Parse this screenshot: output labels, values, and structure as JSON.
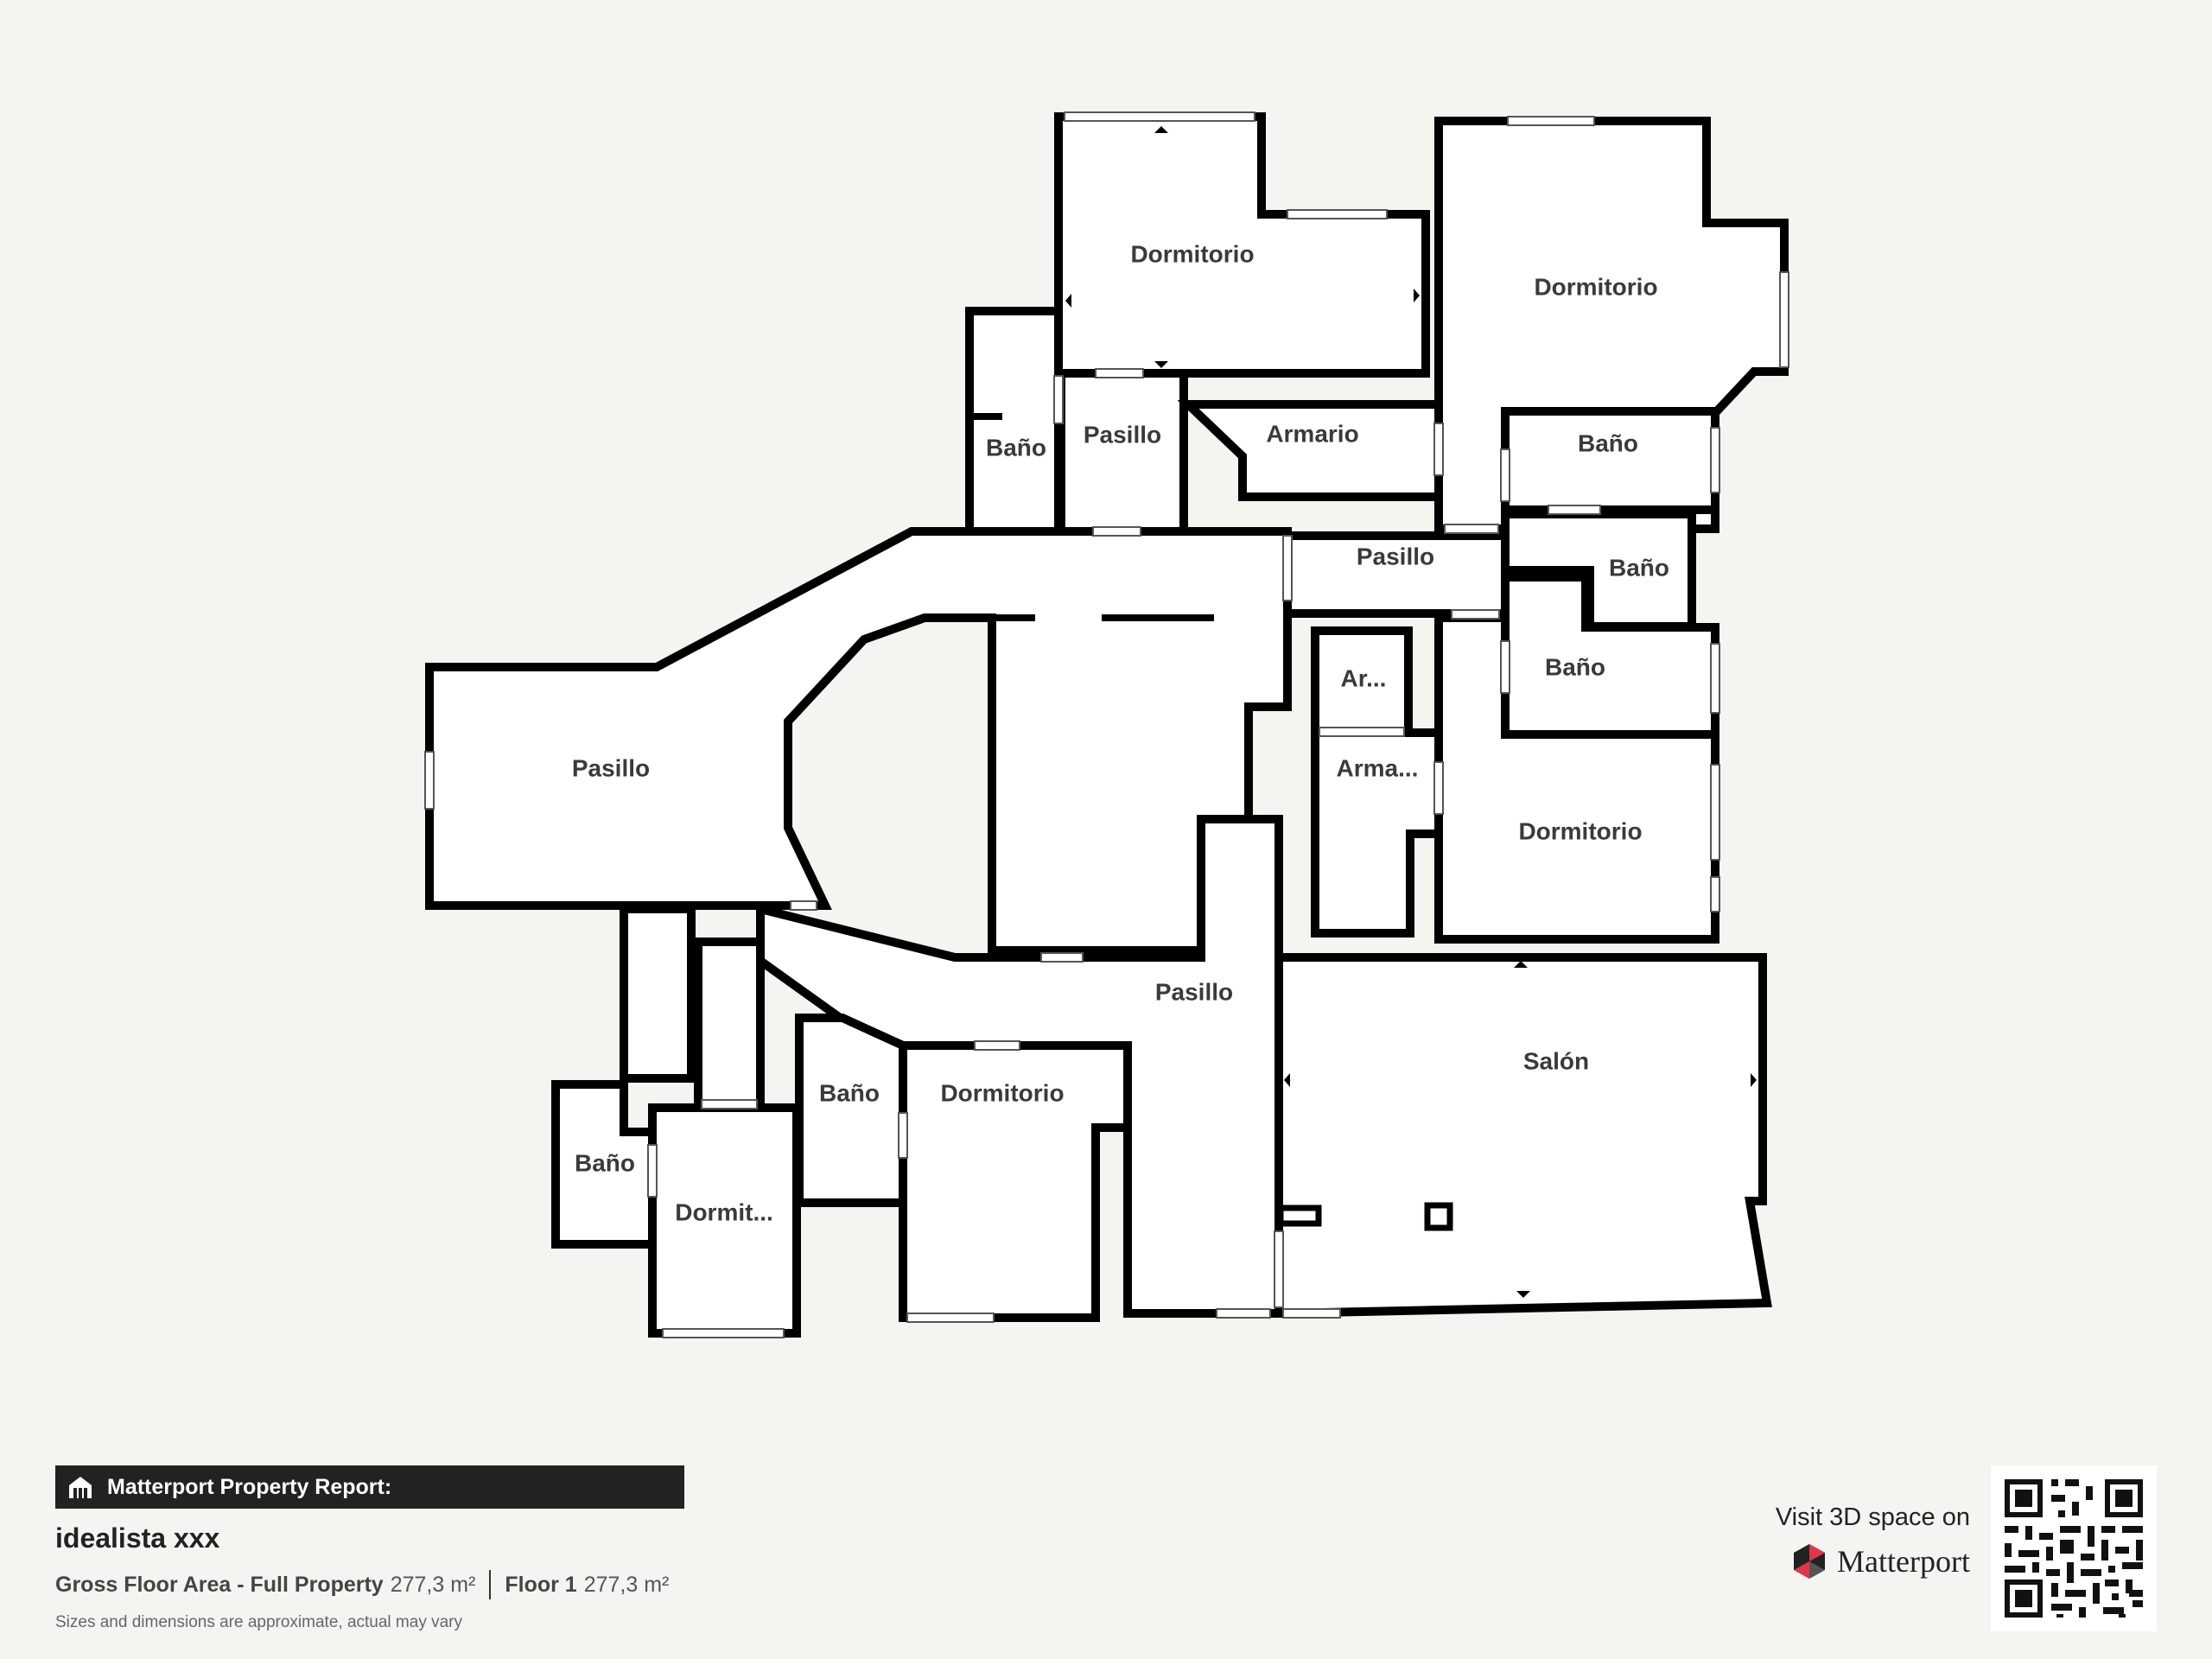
{
  "rooms": [
    {
      "name": "Dormitorio"
    },
    {
      "name": "Dormitorio"
    },
    {
      "name": "Baño"
    },
    {
      "name": "Pasillo"
    },
    {
      "name": "Armario"
    },
    {
      "name": "Baño"
    },
    {
      "name": "Pasillo"
    },
    {
      "name": "Baño"
    },
    {
      "name": "Ar..."
    },
    {
      "name": "Baño"
    },
    {
      "name": "Arma..."
    },
    {
      "name": "Pasillo"
    },
    {
      "name": "Dormitorio"
    },
    {
      "name": "Pasillo"
    },
    {
      "name": "Salón"
    },
    {
      "name": "Baño"
    },
    {
      "name": "Dormitorio"
    },
    {
      "name": "Baño"
    },
    {
      "name": "Dormit..."
    }
  ],
  "report": {
    "header": "Matterport Property Report:",
    "property_name": "idealista xxx",
    "gross_label": "Gross Floor Area - Full Property",
    "gross_value": "277,3 m²",
    "floor_label": "Floor 1",
    "floor_value": "277,3 m²",
    "disclaimer": "Sizes and dimensions are approximate, actual may vary"
  },
  "visit": {
    "text": "Visit 3D space on",
    "brand": "Matterport"
  },
  "colors": {
    "background": "#f4f4f1",
    "wall": "#000000",
    "room_fill": "#ffffff",
    "label": "#3a3a3a",
    "header_bar": "#222222"
  },
  "icons": [
    "building-icon",
    "matterport-logo-icon",
    "qr-code-icon"
  ]
}
